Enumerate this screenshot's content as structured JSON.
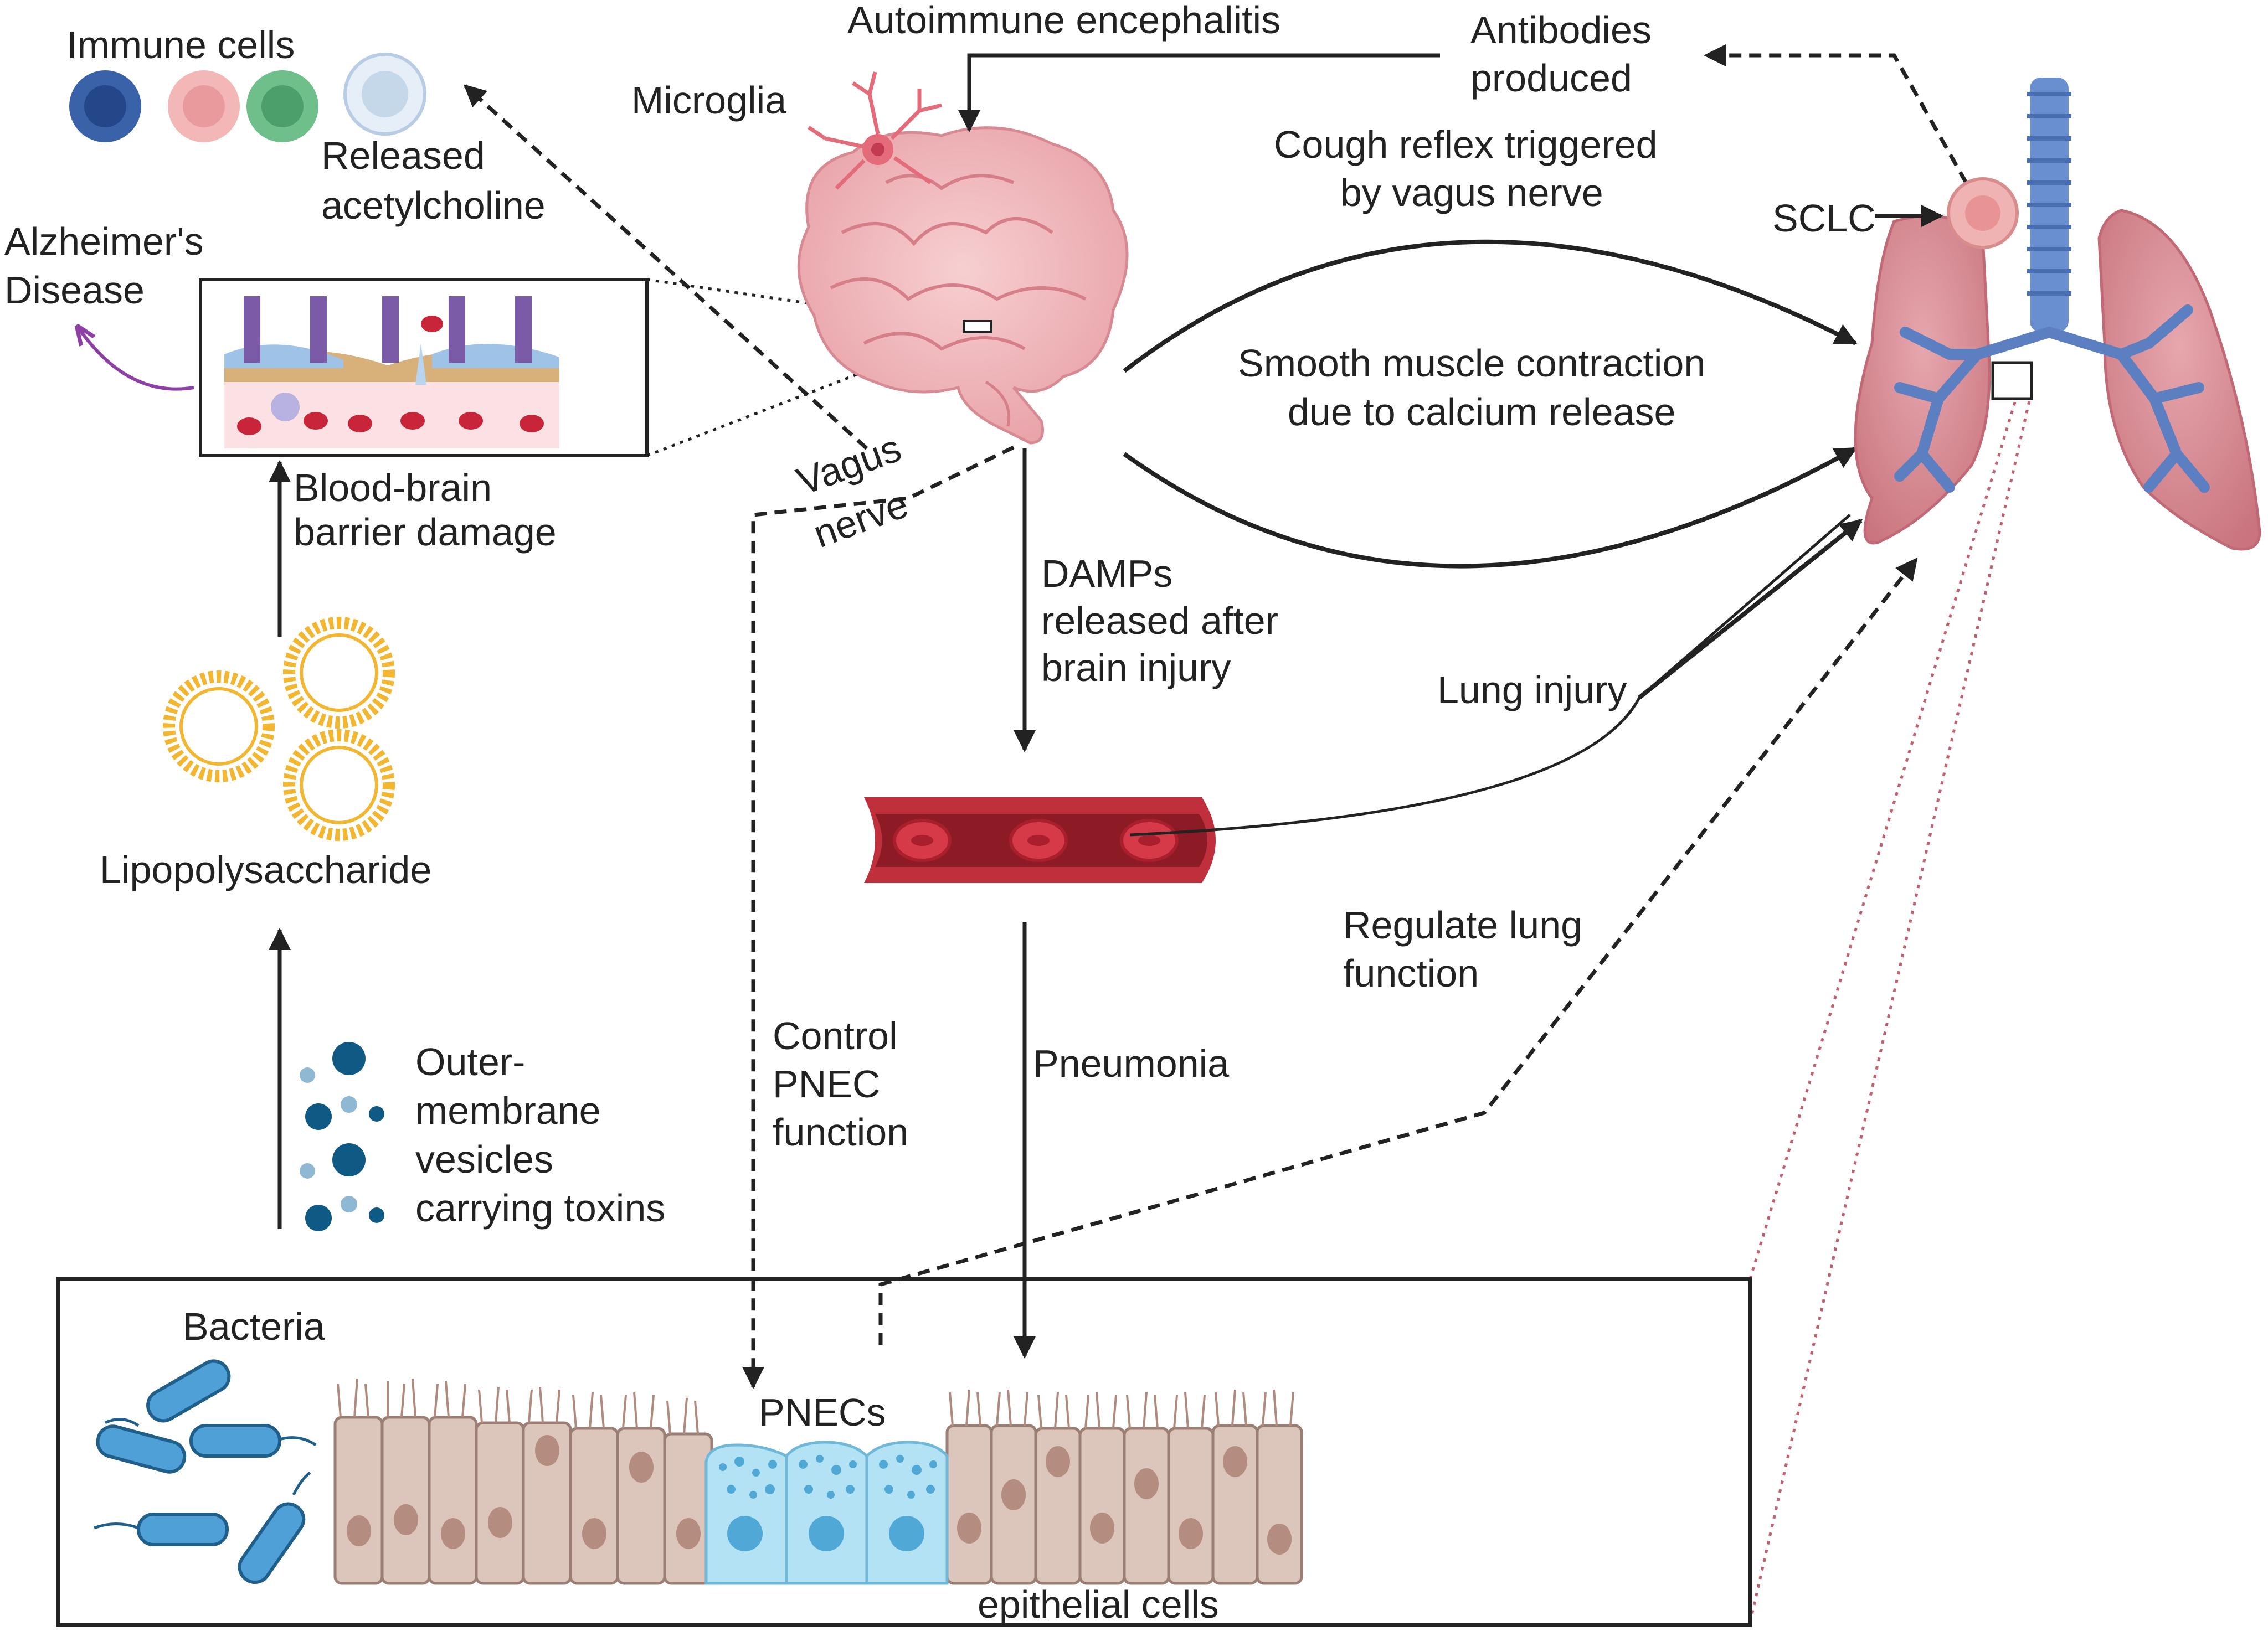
{
  "labels": {
    "immune_cells": "Immune cells",
    "released_ach_1": "Released",
    "released_ach_2": "acetylcholine",
    "alzheimers_1": "Alzheimer's",
    "alzheimers_2": "Disease",
    "bbb_1": "Blood-brain",
    "bbb_2": "barrier damage",
    "lps": "Lipopolysaccharide",
    "omv_1": "Outer-",
    "omv_2": "membrane",
    "omv_3": "vesicles",
    "omv_4": "carrying toxins",
    "autoimmune": "Autoimmune encephalitis",
    "antibodies_1": "Antibodies",
    "antibodies_2": "produced",
    "microglia": "Microglia",
    "cough_1": "Cough reflex triggered",
    "cough_2": "by vagus nerve",
    "sclc": "SCLC",
    "smooth_1": "Smooth muscle contraction",
    "smooth_2": "due to calcium release",
    "vagus_1": "Vagus",
    "vagus_2": "nerve",
    "damps_1": "DAMPs",
    "damps_2": "released after",
    "damps_3": "brain injury",
    "lung_injury": "Lung injury",
    "regulate_1": "Regulate lung",
    "regulate_2": "function",
    "control_1": "Control",
    "control_2": "PNEC",
    "control_3": "function",
    "pneumonia": "Pneumonia",
    "bacteria": "Bacteria",
    "pnecs": "PNECs",
    "epithelial": "epithelial cells"
  },
  "colors": {
    "arrow": "#222222",
    "brain": "#f2b8bc",
    "lung": "#d98d95",
    "trachea": "#5b7fc0",
    "lps": "#f2b630",
    "pnec": "#b4e2f5",
    "epithelial": "#dcc5ba",
    "bacteria": "#4fa0d6",
    "blood": "#c0303c",
    "alzheimer_arrow": "#8e3fa6"
  },
  "icons": [
    "immune-cells-icon",
    "brain-icon",
    "lungs-icon",
    "tumor-icon",
    "liposome-icon",
    "blood-vessel-icon",
    "bacteria-icon",
    "epithelium-icon",
    "bbb-icon"
  ]
}
